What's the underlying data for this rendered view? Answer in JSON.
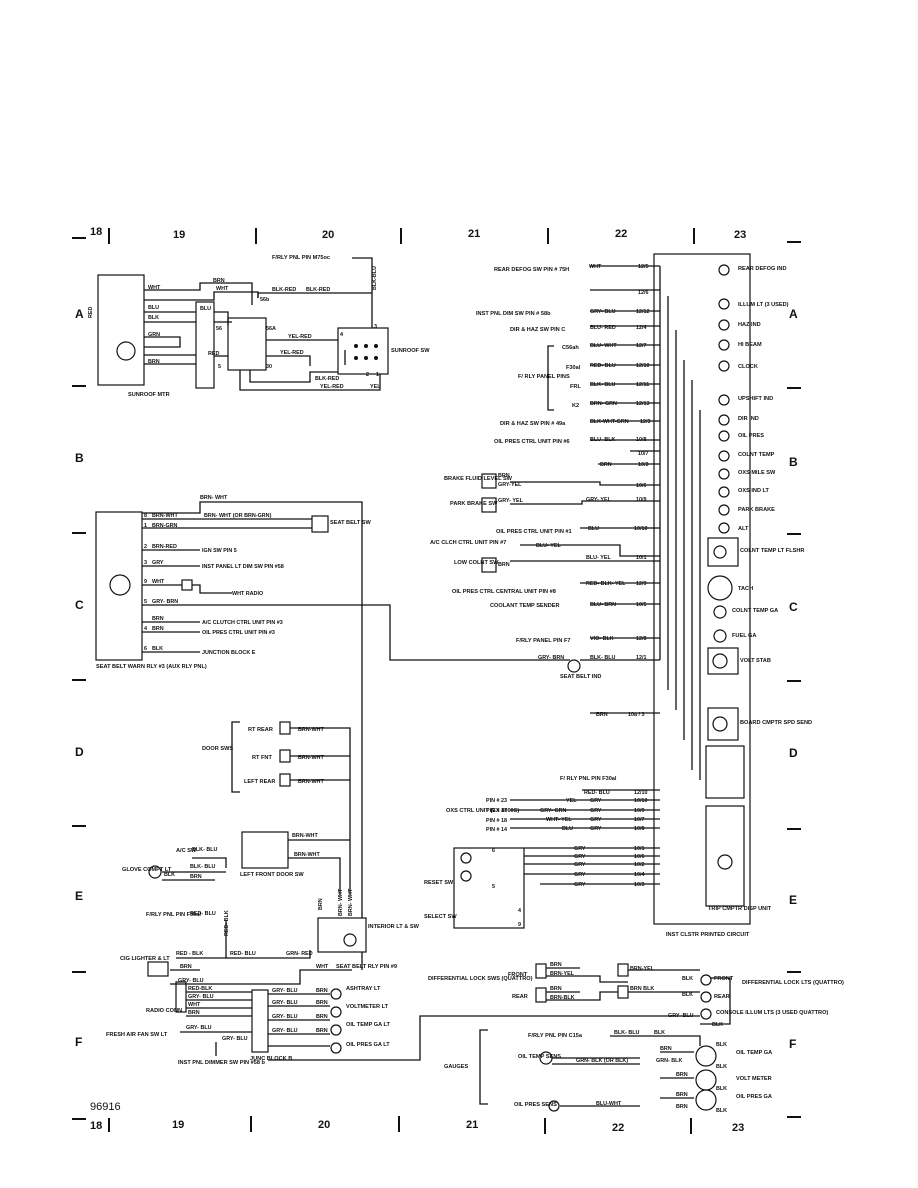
{
  "diagram_id": "96916",
  "columns": [
    "18",
    "19",
    "20",
    "21",
    "22",
    "23"
  ],
  "rows": [
    "A",
    "B",
    "C",
    "D",
    "E",
    "F"
  ],
  "sunroof": {
    "motor": "SUNROOF MTR",
    "switch": "SUNROOF SW",
    "panel_pin": "F/RLY PNL PIN  M75oc",
    "wires": [
      "BRN",
      "WHT",
      "BLU",
      "BLK",
      "GRN",
      "BRN",
      "RED",
      "WHT",
      "BLU",
      "BLK-RED",
      "BLK-RED",
      "YEL-RED",
      "YEL-RED",
      "BLK-RED",
      "YEL-RED",
      "YEL",
      "BLK-BLU",
      "BLU",
      "RED"
    ],
    "pins": [
      "56b",
      "56",
      "56A",
      "30",
      "5",
      "4",
      "3",
      "2",
      "1"
    ]
  },
  "seat_belt": {
    "relay": "SEAT BELT WARN RLY #3 (AUX RLY PNL)",
    "switch": "SEAT BELT SW",
    "top_wire": "BRN- WHT",
    "connections": [
      {
        "pin": "8",
        "wire": "BRN-WHT",
        "dest": "BRN- WHT (OR BRN-GRN)"
      },
      {
        "pin": "1",
        "wire": "BRN-GRN",
        "dest": ""
      },
      {
        "pin": "2",
        "wire": "BRN-RED",
        "dest": "IGN SW PIN 5"
      },
      {
        "pin": "3",
        "wire": "GRY",
        "dest": "INST PANEL LT DIM SW PIN #58"
      },
      {
        "pin": "9",
        "wire": "WHT",
        "dest": "WHT  RADIO"
      },
      {
        "pin": "5",
        "wire": "GRY- BRN",
        "dest": ""
      },
      {
        "pin": "",
        "wire": "BRN",
        "dest": "A/C CLUTCH CTRL UNIT PIN #3"
      },
      {
        "pin": "4",
        "wire": "BRN",
        "dest": "OIL PRES CTRL UNIT PIN #3"
      },
      {
        "pin": "6",
        "wire": "BLK",
        "dest": "JUNCTION BLOCK E"
      }
    ]
  },
  "door_switches": {
    "title": "DOOR SWS",
    "items": [
      {
        "label": "RT REAR",
        "wire": "BRN-WHT"
      },
      {
        "label": "RT FNT",
        "wire": "BRN-WHT"
      },
      {
        "label": "LEFT REAR",
        "wire": "BRN-WHT"
      }
    ],
    "left_front": "LEFT FRONT DOOR SW",
    "left_front_wires": [
      "BRN-WHT",
      "BRN-WHT"
    ]
  },
  "left_lower": {
    "ac_sw": "A/C SW",
    "ac_wire": "BLK- BLU",
    "glove": "GLOVE COMPT LT",
    "glove_wires": [
      "BLK- BLU",
      "BLK",
      "BRN"
    ],
    "panel_pin": "F/RLY PNL PIN F30al",
    "panel_wire": "RED- BLU",
    "cig": "CIG LIGHTER & LT",
    "cig_wires": [
      "RED - BLK",
      "BRN",
      "GRY- BLU"
    ],
    "red_blk": "RED- BLK",
    "red_blu_wires": [
      "RED- BLU",
      "RED- BLU",
      "GRN- RED"
    ],
    "radio": "RADIO CONN",
    "radio_wires": [
      "RED-BLK",
      "GRY- BLU",
      "WHT",
      "BRN"
    ],
    "fresh_air": "FRESH AIR FAN SW LT",
    "fresh_air_wire": "GRY- BLU",
    "dimmer": "INST PNL DIMMER SW PIN #58 b",
    "interior": "INTERIOR LT & SW",
    "interior_wires": [
      "BRN",
      "BRN- WHT",
      "BRN- WHT"
    ],
    "seat_belt_rly": "SEAT BELT RLY PIN #9",
    "seat_belt_rly_wire": "WHT",
    "ashtray": "ASHTRAY LT",
    "voltmeter": "VOLTMETER LT",
    "oil_temp": "OIL TEMP GA LT",
    "oil_pres": "OIL PRES GA LT",
    "junc": "JUNC BLOCK B",
    "lamp_wires": [
      "GRY- BLU",
      "BRN",
      "GRY- BLU",
      "BRN",
      "GRY- BLU",
      "BRN",
      "GRY- BLU",
      "BRN",
      "GRY- BLU"
    ]
  },
  "inst_cluster": {
    "title": "INST CLSTR PRINTED CIRCUIT",
    "inputs": [
      {
        "label": "REAR DEFOG SW PIN # 75H",
        "wire": "WHT",
        "pin": "12/5"
      },
      {
        "label": "",
        "wire": "",
        "pin": "12/6"
      },
      {
        "label": "INST PNL DIM SW PIN # 58b",
        "wire": "GRY- BLU",
        "pin": "12/12"
      },
      {
        "label": "DIR & HAZ SW PIN C",
        "wire": "BLU- RED",
        "pin": "12/4"
      },
      {
        "label": "C56ah",
        "wire": "BLU- WHT",
        "pin": "12/7"
      },
      {
        "label": "F30al",
        "wire": "RED- BLU",
        "pin": "12/10"
      },
      {
        "label": "FRL",
        "wire": "BLK- BLU",
        "pin": "12/11"
      },
      {
        "label": "K2",
        "wire": "BRN- GRN",
        "pin": "12/13"
      },
      {
        "label": "DIR & HAZ SW PIN # 49a",
        "wire": "BLK-WHT-GRN",
        "pin": "12/3"
      },
      {
        "label": "OIL PRES CTRL UNIT PIN #6",
        "wire": "BLU- BLK",
        "pin": "10/8"
      },
      {
        "label": "",
        "wire": "",
        "pin": "10/7"
      },
      {
        "label": "",
        "wire": "BRN",
        "pin": "10/3"
      },
      {
        "label": "BRAKE FLUID LEVEL SW",
        "wire": "BRN",
        "pin": "10/6"
      },
      {
        "label": "PARK BRAKE SW",
        "wire": "GRY- YEL",
        "pin": "10/9"
      },
      {
        "label": "OIL PRES CTRL UNIT PIN #1",
        "wire": "BLU",
        "pin": "10/10"
      },
      {
        "label": "A/C CLCH CTRL UNIT PIN #7",
        "wire": "BLU- YEL",
        "pin": ""
      },
      {
        "label": "LOW COLNT SW",
        "wire": "BLU- YEL",
        "pin": "10/1"
      },
      {
        "label": "OIL PRES CTRL CENTRAL UNIT PIN #8",
        "wire": "RED- BLK- YEL",
        "pin": "12/9"
      },
      {
        "label": "COOLANT TEMP SENDER",
        "wire": "BLU- BRN",
        "pin": "10/5"
      },
      {
        "label": "F/RLY PANEL PIN F7",
        "wire": "VIO- BLK",
        "pin": "12/8"
      },
      {
        "label": "GRY- BRN",
        "wire": "BLK- BLU",
        "pin": "12/1"
      }
    ],
    "panel_group": "F/ RLY PANEL PINS",
    "brake_wire": "GRY-YEL",
    "low_colnt_wire": "BRN",
    "seat_belt_ind": "SEAT BELT IND",
    "indicators": [
      "REAR DEFOG IND",
      "ILLUM LT (3 USED)",
      "HAZ IND",
      "HI BEAM",
      "CLOCK",
      "UPSHIFT IND",
      "DIR IND",
      "OIL PRES",
      "COLNT TEMP",
      "OXS MILE SW",
      "OXS IND LT",
      "PARK BRAKE",
      "ALT",
      "COLNT TEMP LT FLSHR",
      "TACH",
      "COLNT TEMP GA",
      "FUEL GA",
      "VOLT STAB",
      "BOARD CMPTR SPD SEND"
    ],
    "bottom_pin": "10a / 3",
    "bottom_wire": "BRN"
  },
  "oxs": {
    "unit": "OXS CTRL UNIT (EX 4000S)",
    "panel": "F/ RLY PNL PIN F30al",
    "panel_wire": "RED- BLU",
    "panel_pin": "12/10",
    "rows": [
      {
        "pin": "PIN # 23",
        "wire": "YEL",
        "wire2": "GRY",
        "ic": "10/10"
      },
      {
        "pin": "PIN # 17",
        "wire": "GRY- GRN",
        "wire2": "GRY",
        "ic": "10/9"
      },
      {
        "pin": "PIN # 18",
        "wire": "WHT- YEL",
        "wire2": "GRY",
        "ic": "10/7"
      },
      {
        "pin": "PIN # 14",
        "wire": "BLU",
        "wire2": "GRY",
        "ic": "10/8"
      }
    ],
    "reset": "RESET SW",
    "select": "SELECT SW",
    "reset_rows": [
      {
        "wire": "GRY",
        "ic": "10/1"
      },
      {
        "wire": "GRY",
        "ic": "10/6"
      },
      {
        "wire": "GRY",
        "ic": "10/2"
      },
      {
        "wire": "GRY",
        "ic": "10/4"
      },
      {
        "wire": "GRY",
        "ic": "10/3"
      }
    ],
    "switch_pins": [
      "6",
      "5",
      "4",
      "9"
    ],
    "trip": "TRIP CMPTR DISP UNIT"
  },
  "diff_lock": {
    "sws": "DIFFERENTIAL LOCK SWS (QUATTRO)",
    "lts": "DIFFERENTIAL LOCK LTS (QUATTRO)",
    "front": "FRONT",
    "rear": "REAR",
    "wires": [
      "BRN",
      "BRN-YEL",
      "BRN",
      "BRN-BLK",
      "BRN-YEL",
      "BRN BLK",
      "BLK",
      "BLK",
      "BLK"
    ],
    "console": "CONSOLE ILLUM LTS (3 USED QUATTRO)",
    "console_wires": [
      "GRY- BLU",
      "BLK"
    ]
  },
  "gauges": {
    "title": "GAUGES",
    "panel_pin": "F/RLY PNL PIN  C15a",
    "panel_wires": [
      "BLK- BLU",
      "BLK"
    ],
    "oil_temp_sens": "OIL TEMP SENS",
    "oil_temp_wires": [
      "BRN",
      "GRN- BLK (OR BLK)",
      "GRN- BLK"
    ],
    "oil_temp_ga": "OIL TEMP GA",
    "voltmeter": "VOLT METER",
    "oil_pres_ga": "OIL PRES GA",
    "oil_pres_sens": "OIL PRES SENS",
    "oil_pres_wire": "BLU-WHT",
    "gauge_wires": [
      "BLK",
      "BRN",
      "BLK",
      "BRN",
      "BLK",
      "BRN",
      "BLK"
    ]
  }
}
